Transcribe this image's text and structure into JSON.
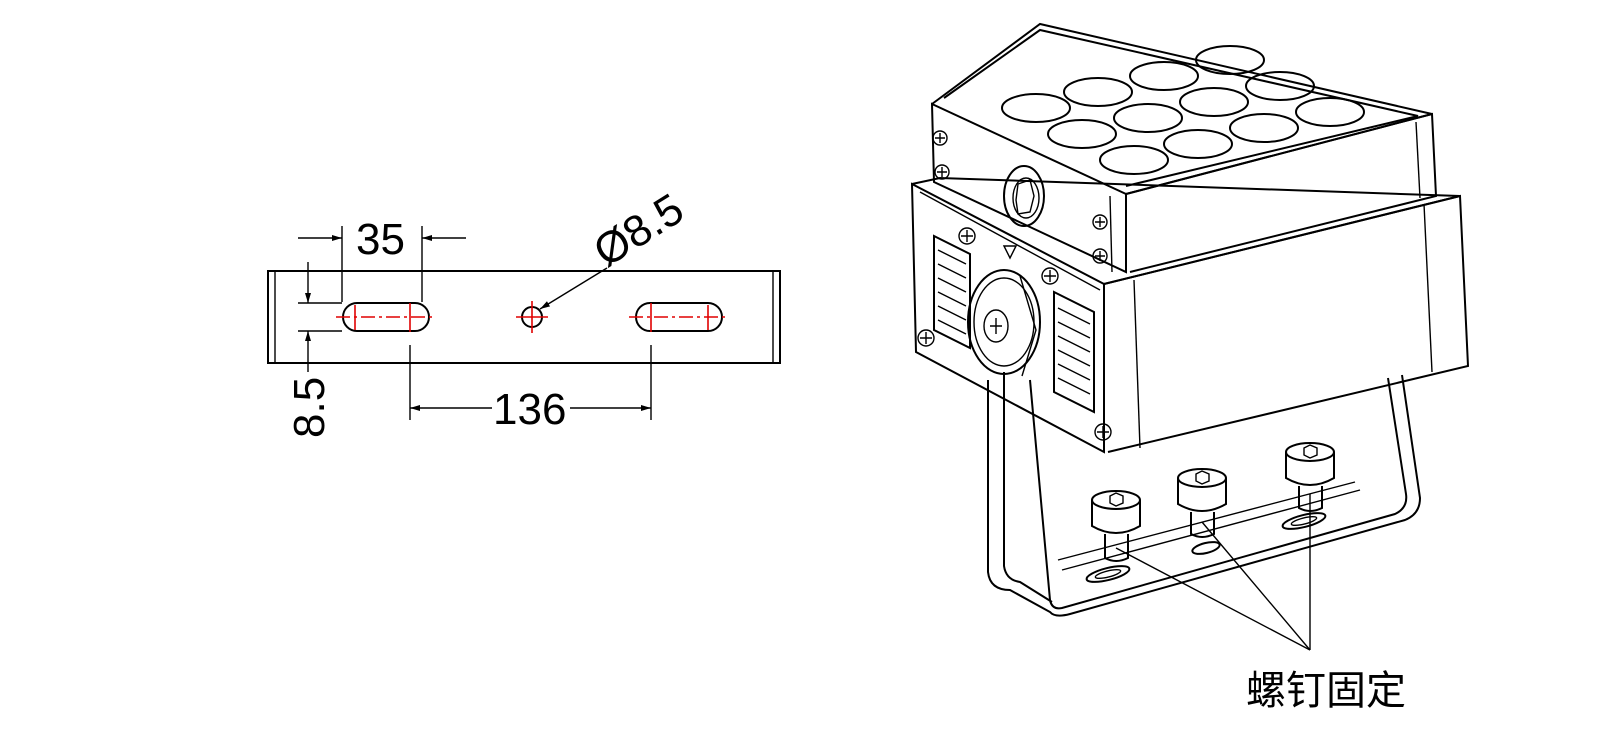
{
  "dimensions": {
    "slot_pitch": "35",
    "hole_diameter": "Ø8.5",
    "slot_width": "8.5",
    "slot_spacing": "136"
  },
  "callout": {
    "label": "螺钉固定"
  },
  "colors": {
    "line": "#000000",
    "centerline": "#e00000",
    "background": "#ffffff"
  }
}
